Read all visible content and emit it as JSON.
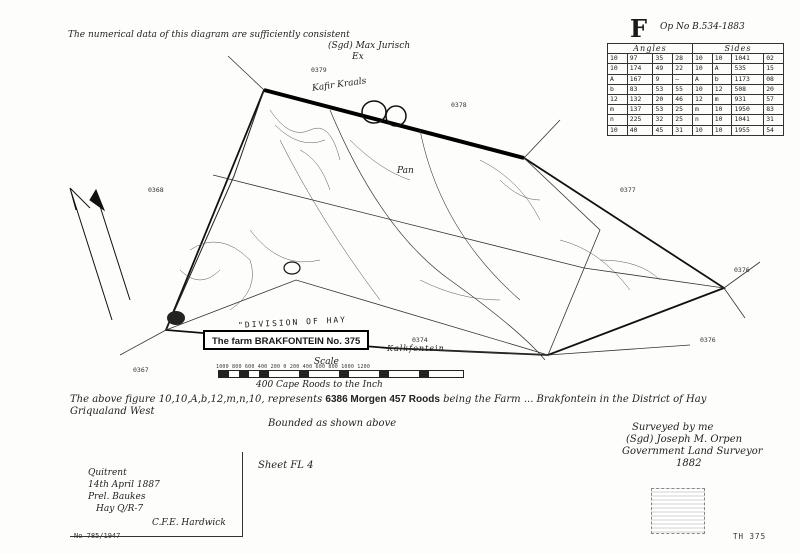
{
  "header": {
    "note_line1": "The numerical data of this diagram are sufficiently consistent",
    "note_line2": "(Sgd) Max Jurisch",
    "note_line3": "Ex",
    "letter": "F",
    "oip": "Op No B.534-1883"
  },
  "table": {
    "head_angles": "Angles",
    "head_sides": "Sides",
    "rows": [
      [
        "10",
        "97",
        "35",
        "28",
        "10",
        "10",
        "1041",
        "02"
      ],
      [
        "10",
        "174",
        "49",
        "22",
        "10",
        "A",
        "535",
        "15"
      ],
      [
        "A",
        "167",
        "9",
        "—",
        "A",
        "b",
        "1173",
        "08"
      ],
      [
        "b",
        "83",
        "53",
        "55",
        "10",
        "12",
        "508",
        "20"
      ],
      [
        "12",
        "132",
        "20",
        "46",
        "12",
        "m",
        "931",
        "57"
      ],
      [
        "m",
        "137",
        "53",
        "25",
        "m",
        "10",
        "1950",
        "83"
      ],
      [
        "n",
        "225",
        "32",
        "25",
        "n",
        "10",
        "1041",
        "31"
      ],
      [
        "10",
        "40",
        "45",
        "31",
        "10",
        "10",
        "1955",
        "54"
      ]
    ]
  },
  "map": {
    "beacon_379": "0379",
    "beacon_378": "0378",
    "beacon_368": "0368",
    "beacon_377": "0377",
    "beacon_376a": "0376",
    "beacon_376b": "0376",
    "beacon_367": "0367",
    "beacon_374": "0374",
    "kafir_kraals": "Kafir Kraals",
    "pan": "Pan",
    "division": "\"DIVISION OF HAY",
    "farm_name": "The farm BRAKFONTEIN  No. 375",
    "kalkfontein": "Kalkfontein"
  },
  "scale": {
    "title": "Scale",
    "caption": "400 Cape Roods to the Inch",
    "ticks": "1000 800 600 400 200 0 200 400 600 800 1000 1200"
  },
  "description": {
    "line1": "The above figure 10,10,A,b,12,m,n,10, represents",
    "area": "6386 Morgen 457 Roods",
    "line1_end": "being the Farm ... Brakfontein in the District of Hay",
    "line2": "Griqualand West",
    "line3": "Bounded as shown above"
  },
  "surveyor": {
    "line1": "Surveyed by me",
    "line2": "(Sgd) Joseph M. Orpen",
    "line3": "Government Land Surveyor",
    "line4": "1882"
  },
  "quitrent": {
    "line1": "Quitrent",
    "line2": "14th April 1887",
    "line3": "Prel. Baukes",
    "line4": "Hay Q/R-7"
  },
  "sheet": "Sheet FL 4",
  "signature": "C.F.E. Hardwick",
  "bottom_ref": "No 785/1947",
  "page_ref": "TH 375"
}
